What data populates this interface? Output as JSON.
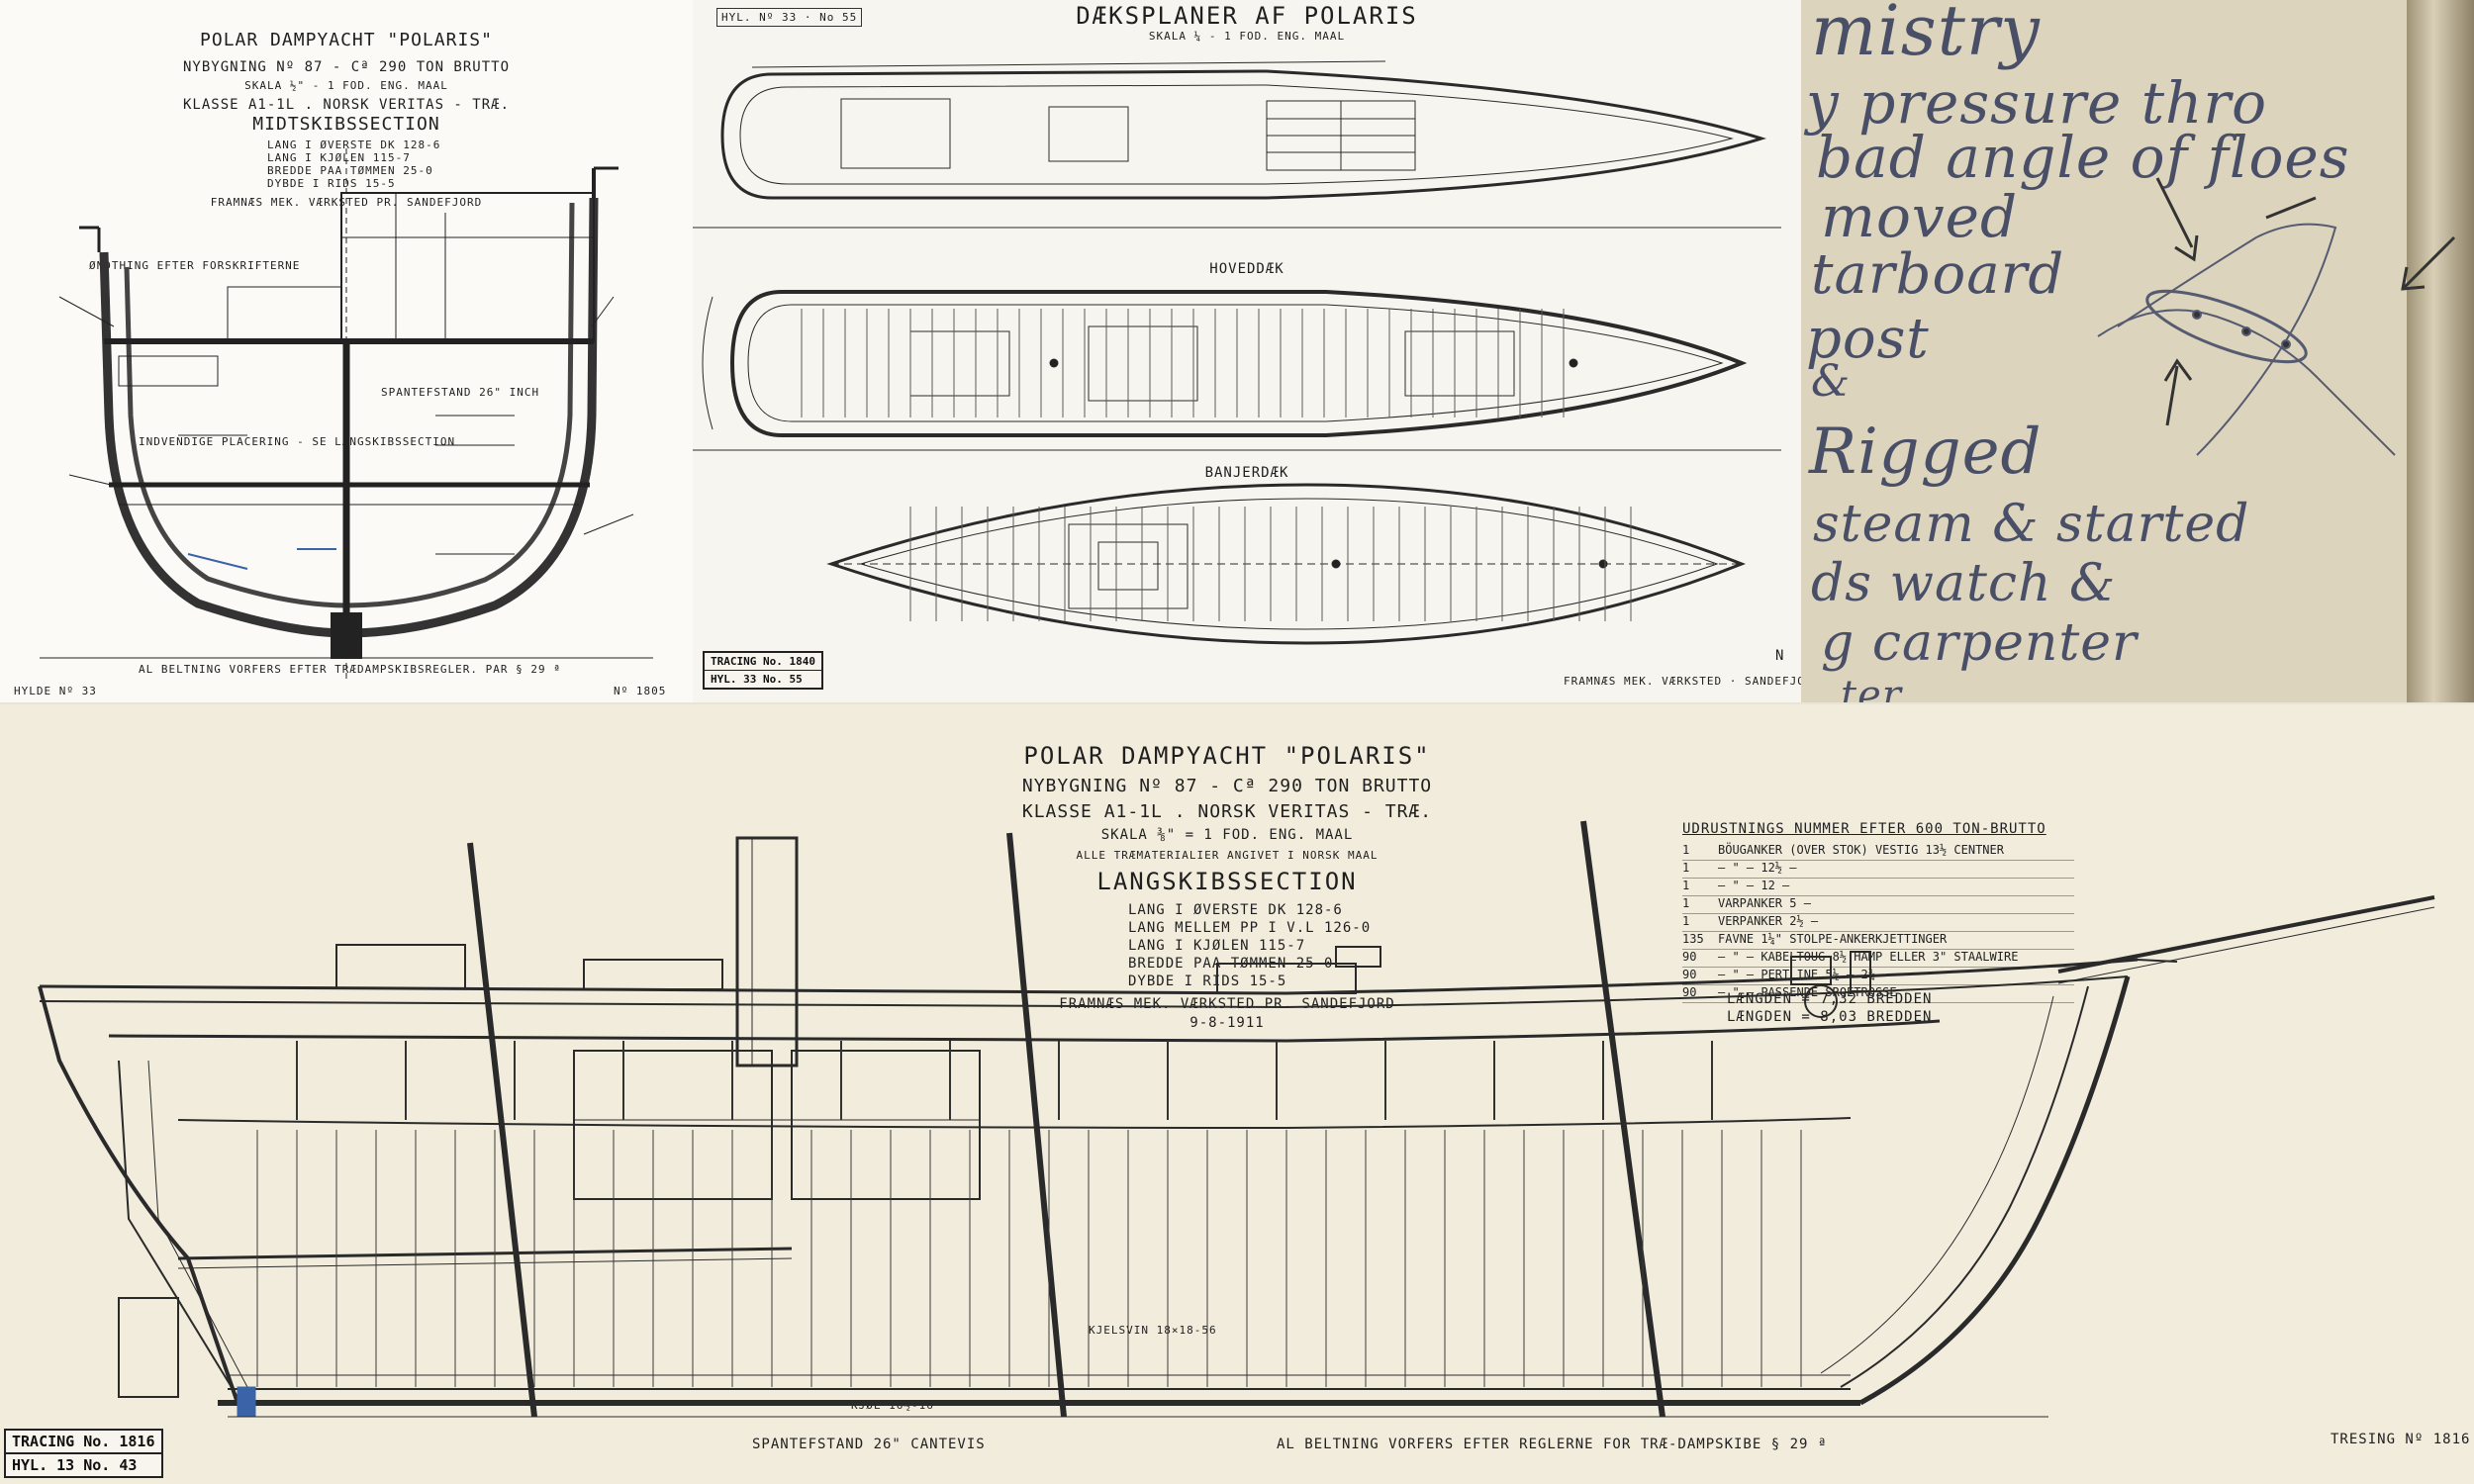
{
  "midship": {
    "title1": "POLAR DAMPYACHT \"POLARIS\"",
    "title2": "NYBYGNING Nº 87 - Cª 290 TON BRUTTO",
    "scale": "SKALA ½\" - 1 FOD. ENG. MAAL",
    "title3": "KLASSE A1-1L . NORSK VERITAS - TRÆ.",
    "section": "MIDTSKIBSSECTION",
    "dims": [
      "LANG I ØVERSTE DK 128-6",
      "LANG I KJØLEN 115-7",
      "BREDDE PAA TØMMEN 25-0",
      "DYBDE I RIDS 15-5"
    ],
    "builder": "FRAMNÆS MEK. VÆRKSTED PR. SANDEFJORD",
    "label_frames": "SPANTEFSTAND 26\" INCH",
    "label_ceiling": "INDVENDIGE PLACERING - SE LANGSKIBSSECTION",
    "label_forskrift": "ØNDTHING EFTER FORSKRIFTERNE",
    "footer": "AL BELTNING VORFERS EFTER TRÆDAMPSKIBSREGLER. PAR § 29 ª",
    "corner_left": "HYLDE Nº 33",
    "corner_right": "Nº 1805"
  },
  "deck": {
    "title": "DÆKSPLANER AF POLARIS",
    "scale": "SKALA ¼ - 1 FOD. ENG. MAAL",
    "hoveddaek": "HOVEDDÆK",
    "banjerdaek": "BANJERDÆK",
    "stamp_top": "HYL. Nº 33 · No 55",
    "tracing_label": "TRACING No. 1840",
    "hyl_label": "HYL. 33 No. 55",
    "builder": "FRAMNÆS MEK. VÆRKSTED · SANDEFJORD",
    "mark": "N"
  },
  "notebook": {
    "lines": [
      "mistry",
      "y pressure thro",
      "bad angle of floes",
      "moved",
      "tarboard",
      "post",
      "&",
      "Rigged",
      "steam & started",
      "ds watch &",
      "g carpenter",
      "ter"
    ]
  },
  "longsection": {
    "title1": "POLAR DAMPYACHT \"POLARIS\"",
    "title2": "NYBYGNING Nº 87 - Cª 290 TON BRUTTO",
    "title3": "KLASSE A1-1L . NORSK VERITAS - TRÆ.",
    "scale": "SKALA ⅜\" = 1 FOD. ENG. MAAL",
    "note_maal": "ALLE TRÆMATERIALIER ANGIVET I NORSK MAAL",
    "section": "LANGSKIBSSECTION",
    "dims": [
      "LANG I ØVERSTE DK 128-6",
      "LANG MELLEM PP I V.L 126-0",
      "LANG I KJØLEN 115-7",
      "BREDDE PAA TØMMEN 25-0",
      "DYBDE I RIDS 15-5"
    ],
    "builder": "FRAMNÆS MEK. VÆRKSTED PR. SANDEFJORD",
    "builder_date": "9-8-1911",
    "equipment_title": "UDRUSTNINGS NUMMER EFTER 600 TON-BRUTTO",
    "equipment": [
      [
        "1",
        "BÖUGANKER (OVER STOK) VESTIG 13½ CENTNER"
      ],
      [
        "1",
        "— \" — 12½ —"
      ],
      [
        "1",
        "— \" — 12 —"
      ],
      [
        "1",
        "VARPANKER 5 —"
      ],
      [
        "1",
        "VERPANKER 2½ —"
      ],
      [
        "135",
        "FAVNE 1¼\" STOLPE-ANKERKJETTINGER"
      ],
      [
        "90",
        "— \" — KABELTOUG 8½ HAMP ELLER 3\" STAALWIRE"
      ],
      [
        "90",
        "— \" — PERTLINE 5½ — 2¾ —"
      ],
      [
        "90",
        "— \" — PASSENDE SROETROSSE"
      ]
    ],
    "length_note": "LÆNGDEN = 7,32 BREDDEN",
    "length_note2": "LÆNGDEN = 8,03 BREDDEN",
    "label_frames": "SPANTEFSTAND 26\" CANTEVIS",
    "footer": "AL BELTNING VORFERS EFTER REGLERNE FOR TRÆ-DAMPSKIBE § 29 ª",
    "tracing_stamp": "TRACING No. 1816",
    "hyl_stamp": "HYL. 13 No. 43",
    "tresing": "TRESING Nº 1816",
    "label_keel": "KJØL 16½-16",
    "label_kjelsvin": "KJELSVIN 18×18-56"
  },
  "colors": {
    "ink": "#1f1f1f",
    "paper": "#f1ecdc",
    "note_ink": "#4a4f68",
    "note_paper": "#ddd4bd",
    "blue_ink": "#3a63a8"
  }
}
